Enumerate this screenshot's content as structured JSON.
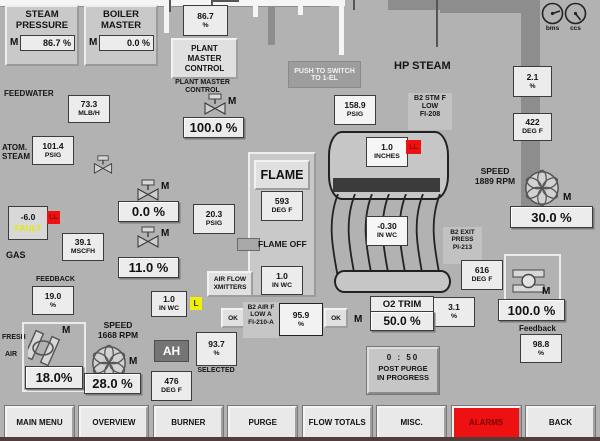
{
  "top": {
    "steam_pressure": {
      "title": "STEAM\nPRESSURE",
      "mode": "M",
      "value": "86.7 %"
    },
    "boiler_master": {
      "title": "BOILER\nMASTER",
      "mode": "M",
      "value": "0.0 %"
    },
    "plant_master": {
      "value": "86.7",
      "unit": "%",
      "button": "PLANT\nMASTER\nCONTROL",
      "caption": "PLANT MASTER\nCONTROL"
    },
    "push_to_switch": "PUSH TO SWITCH\nTO 1-EL",
    "hp_steam": "HP STEAM",
    "gauges": {
      "bms": "bms",
      "ccs": "ccs"
    }
  },
  "feedwater": {
    "label": "FEEDWATER",
    "flow_value": "73.3",
    "flow_unit": "MLB/H",
    "valve_mode": "M",
    "valve_pos": "100.0 %"
  },
  "atom": {
    "label": "ATOM.\nSTEAM",
    "press_value": "101.4",
    "press_unit": "PSIG",
    "valve_mode": "M",
    "valve_pos": "0.0 %"
  },
  "gas": {
    "label": "GAS",
    "press_value": "-6.0",
    "fault": "FAULT",
    "ll": "LL",
    "flow_value": "39.1",
    "flow_unit": "MSCFH",
    "valve_mode": "M",
    "valve_pos": "11.0 %",
    "feedback_label": "FEEDBACK",
    "feedback_value": "19.0",
    "feedback_unit": "%"
  },
  "flame": {
    "button": "FLAME",
    "temp_value": "593",
    "temp_unit": "DEG F",
    "status": "FLAME OFF",
    "draft_value": "1.0",
    "draft_unit": "IN WC",
    "gas_press_value": "20.3",
    "gas_press_unit": "PSIG",
    "airflow_button": "AIR FLOW\nXMITTERS"
  },
  "drum": {
    "press_value": "158.9",
    "press_unit": "PSIG",
    "stm_low": "B2 STM F\nLOW\nFI-208",
    "level_value": "1.0",
    "level_unit": "INCHES",
    "level_alarm": "LL",
    "furn_press_value": "-0.30",
    "furn_press_unit": "IN WC"
  },
  "air": {
    "windbox_value": "1.0",
    "windbox_unit": "IN WC",
    "l_alarm": "L",
    "fresh1": "FRESH",
    "fresh2": "AIR",
    "damper_mode": "M",
    "damper_pos": "18.0%",
    "fan_speed": "SPEED\n1668 RPM",
    "fan_mode": "M",
    "fan_pos": "28.0 %",
    "ah": "AH",
    "ah_temp_value": "476",
    "ah_temp_unit": "DEG F",
    "selected_value": "93.7",
    "selected_unit": "%",
    "selected_label": "SELECTED",
    "ok1": "OK",
    "b2_label": "B2 AIR F\nLOW A\nFI-210-A",
    "flow_value": "95.9",
    "flow_unit": "%",
    "ok2": "OK"
  },
  "right": {
    "flow_value": "2.1",
    "flow_unit": "%",
    "temp_value": "422",
    "temp_unit": "DEG F",
    "fan_speed": "SPEED\n1889 RPM",
    "fan_mode": "M",
    "fan_pos": "30.0 %",
    "exit_press": "B2 EXIT\nPRESS\nPI-213",
    "exit_temp_value": "616",
    "exit_temp_unit": "DEG F",
    "damper_mode": "M",
    "damper_pos": "100.0 %",
    "o2_value": "3.1",
    "o2_unit": "%",
    "feedback_label": "Feedback",
    "feedback_value": "98.8",
    "feedback_unit": "%"
  },
  "o2trim": {
    "title": "O2 TRIM",
    "mode": "M",
    "value": "50.0 %"
  },
  "purge": {
    "timer": "0 : 50",
    "label": "POST PURGE\nIN PROGRESS"
  },
  "nav": [
    {
      "label": "MAIN MENU"
    },
    {
      "label": "OVERVIEW"
    },
    {
      "label": "BURNER"
    },
    {
      "label": "PURGE"
    },
    {
      "label": "FLOW TOTALS"
    },
    {
      "label": "MISC."
    },
    {
      "label": "ALARMS"
    },
    {
      "label": "BACK"
    }
  ]
}
